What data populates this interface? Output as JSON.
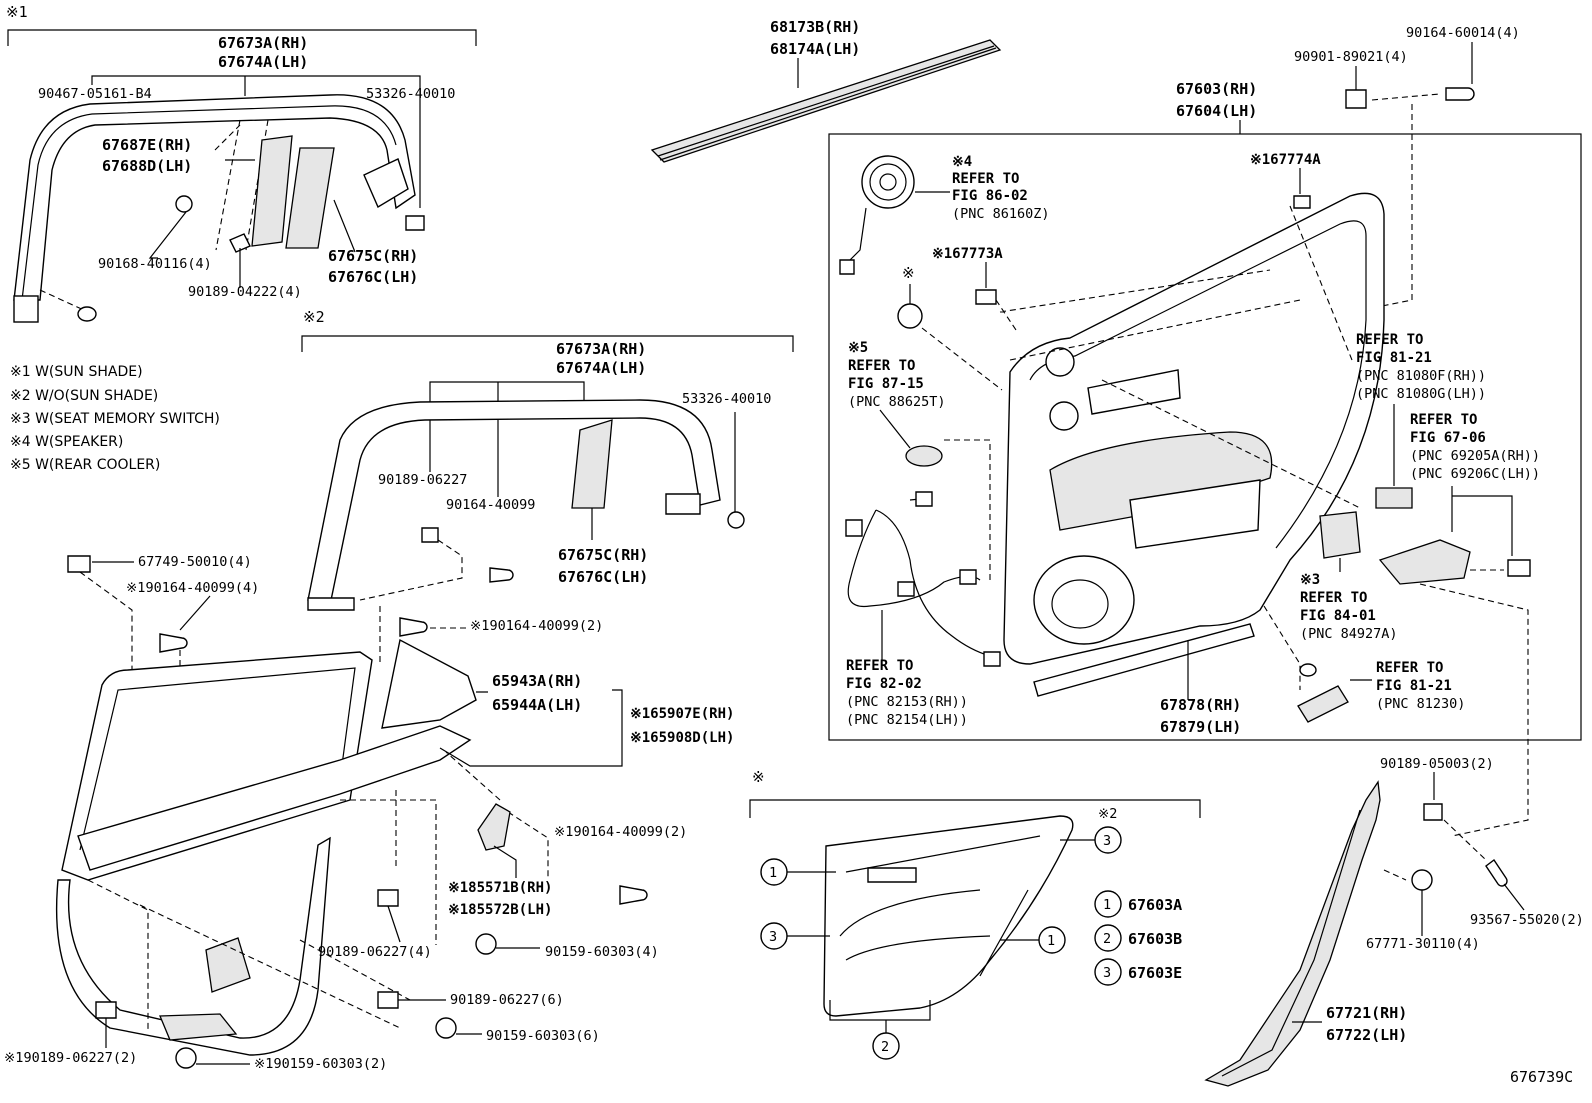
{
  "footnotes": [
    "※1 W(SUN SHADE)",
    "※2 W/O(SUN SHADE)",
    "※3 W(SEAT MEMORY SWITCH)",
    "※4 W(SPEAKER)",
    "※5 W(REAR COOLER)"
  ],
  "groups": {
    "g1": "※1",
    "g2": "※2",
    "trim": "※",
    "trim_sub": "※2"
  },
  "callouts": [
    {
      "label": "67603A",
      "circle": "1"
    },
    {
      "label": "67603B",
      "circle": "2"
    },
    {
      "label": "67603E",
      "circle": "3"
    }
  ],
  "labels": {
    "a1": "67673A(RH)",
    "a2": "67674A(LH)",
    "a3": "90467-05161-B4",
    "a4": "53326-40010",
    "a5": "67687E(RH)",
    "a6": "67688D(LH)",
    "a7": "90168-40116(4)",
    "a8": "90189-04222(4)",
    "a9": "67675C(RH)",
    "a10": "67676C(LH)",
    "b1": "67673A(RH)",
    "b2": "67674A(LH)",
    "b3": "53326-40010",
    "b4": "90189-06227",
    "b5": "90164-40099",
    "b6": "67675C(RH)",
    "b7": "67676C(LH)",
    "c1": "68173B(RH)",
    "c2": "68174A(LH)",
    "d1": "90164-60014(4)",
    "d2": "90901-89021(4)",
    "d3": "67603(RH)",
    "d4": "67604(LH)",
    "e1": "※4",
    "e2": "REFER TO",
    "e3": "FIG 86-02",
    "e4": "(PNC 86160Z)",
    "e5": "※167774A",
    "e6": "※167773A",
    "e7": "※",
    "e8": "※5",
    "e9": "REFER TO",
    "e10": "FIG 87-15",
    "e11": "(PNC 88625T)",
    "e12": "REFER TO",
    "e13": "FIG 81-21",
    "e14": "(PNC 81080F(RH))",
    "e15": "(PNC 81080G(LH))",
    "e16": "REFER TO",
    "e17": "FIG 67-06",
    "e18": "(PNC 69205A(RH))",
    "e19": "(PNC 69206C(LH))",
    "e20": "※3",
    "e21": "REFER TO",
    "e22": "FIG 84-01",
    "e23": "(PNC 84927A)",
    "e24": "REFER TO",
    "e25": "FIG 82-02",
    "e26": "(PNC 82153(RH))",
    "e27": "(PNC 82154(LH))",
    "e28": "67878(RH)",
    "e29": "67879(LH)",
    "e30": "REFER TO",
    "e31": "FIG 81-21",
    "e32": "(PNC 81230)",
    "f1": "67749-50010(4)",
    "f2": "※190164-40099(4)",
    "f3": "※190164-40099(2)",
    "f4": "65943A(RH)",
    "f5": "65944A(LH)",
    "f6": "※165907E(RH)",
    "f7": "※165908D(LH)",
    "f8": "※190164-40099(2)",
    "f9": "※185571B(RH)",
    "f10": "※185572B(LH)",
    "f11": "90189-06227(4)",
    "f12": "90159-60303(4)",
    "f13": "90189-06227(6)",
    "f14": "90159-60303(6)",
    "f15": "※190189-06227(2)",
    "f16": "※190159-60303(2)",
    "g1": "90189-05003(2)",
    "g2": "93567-55020(2)",
    "g3": "67771-30110(4)",
    "g4": "67721(RH)",
    "g5": "67722(LH)",
    "fig": "676739C"
  }
}
